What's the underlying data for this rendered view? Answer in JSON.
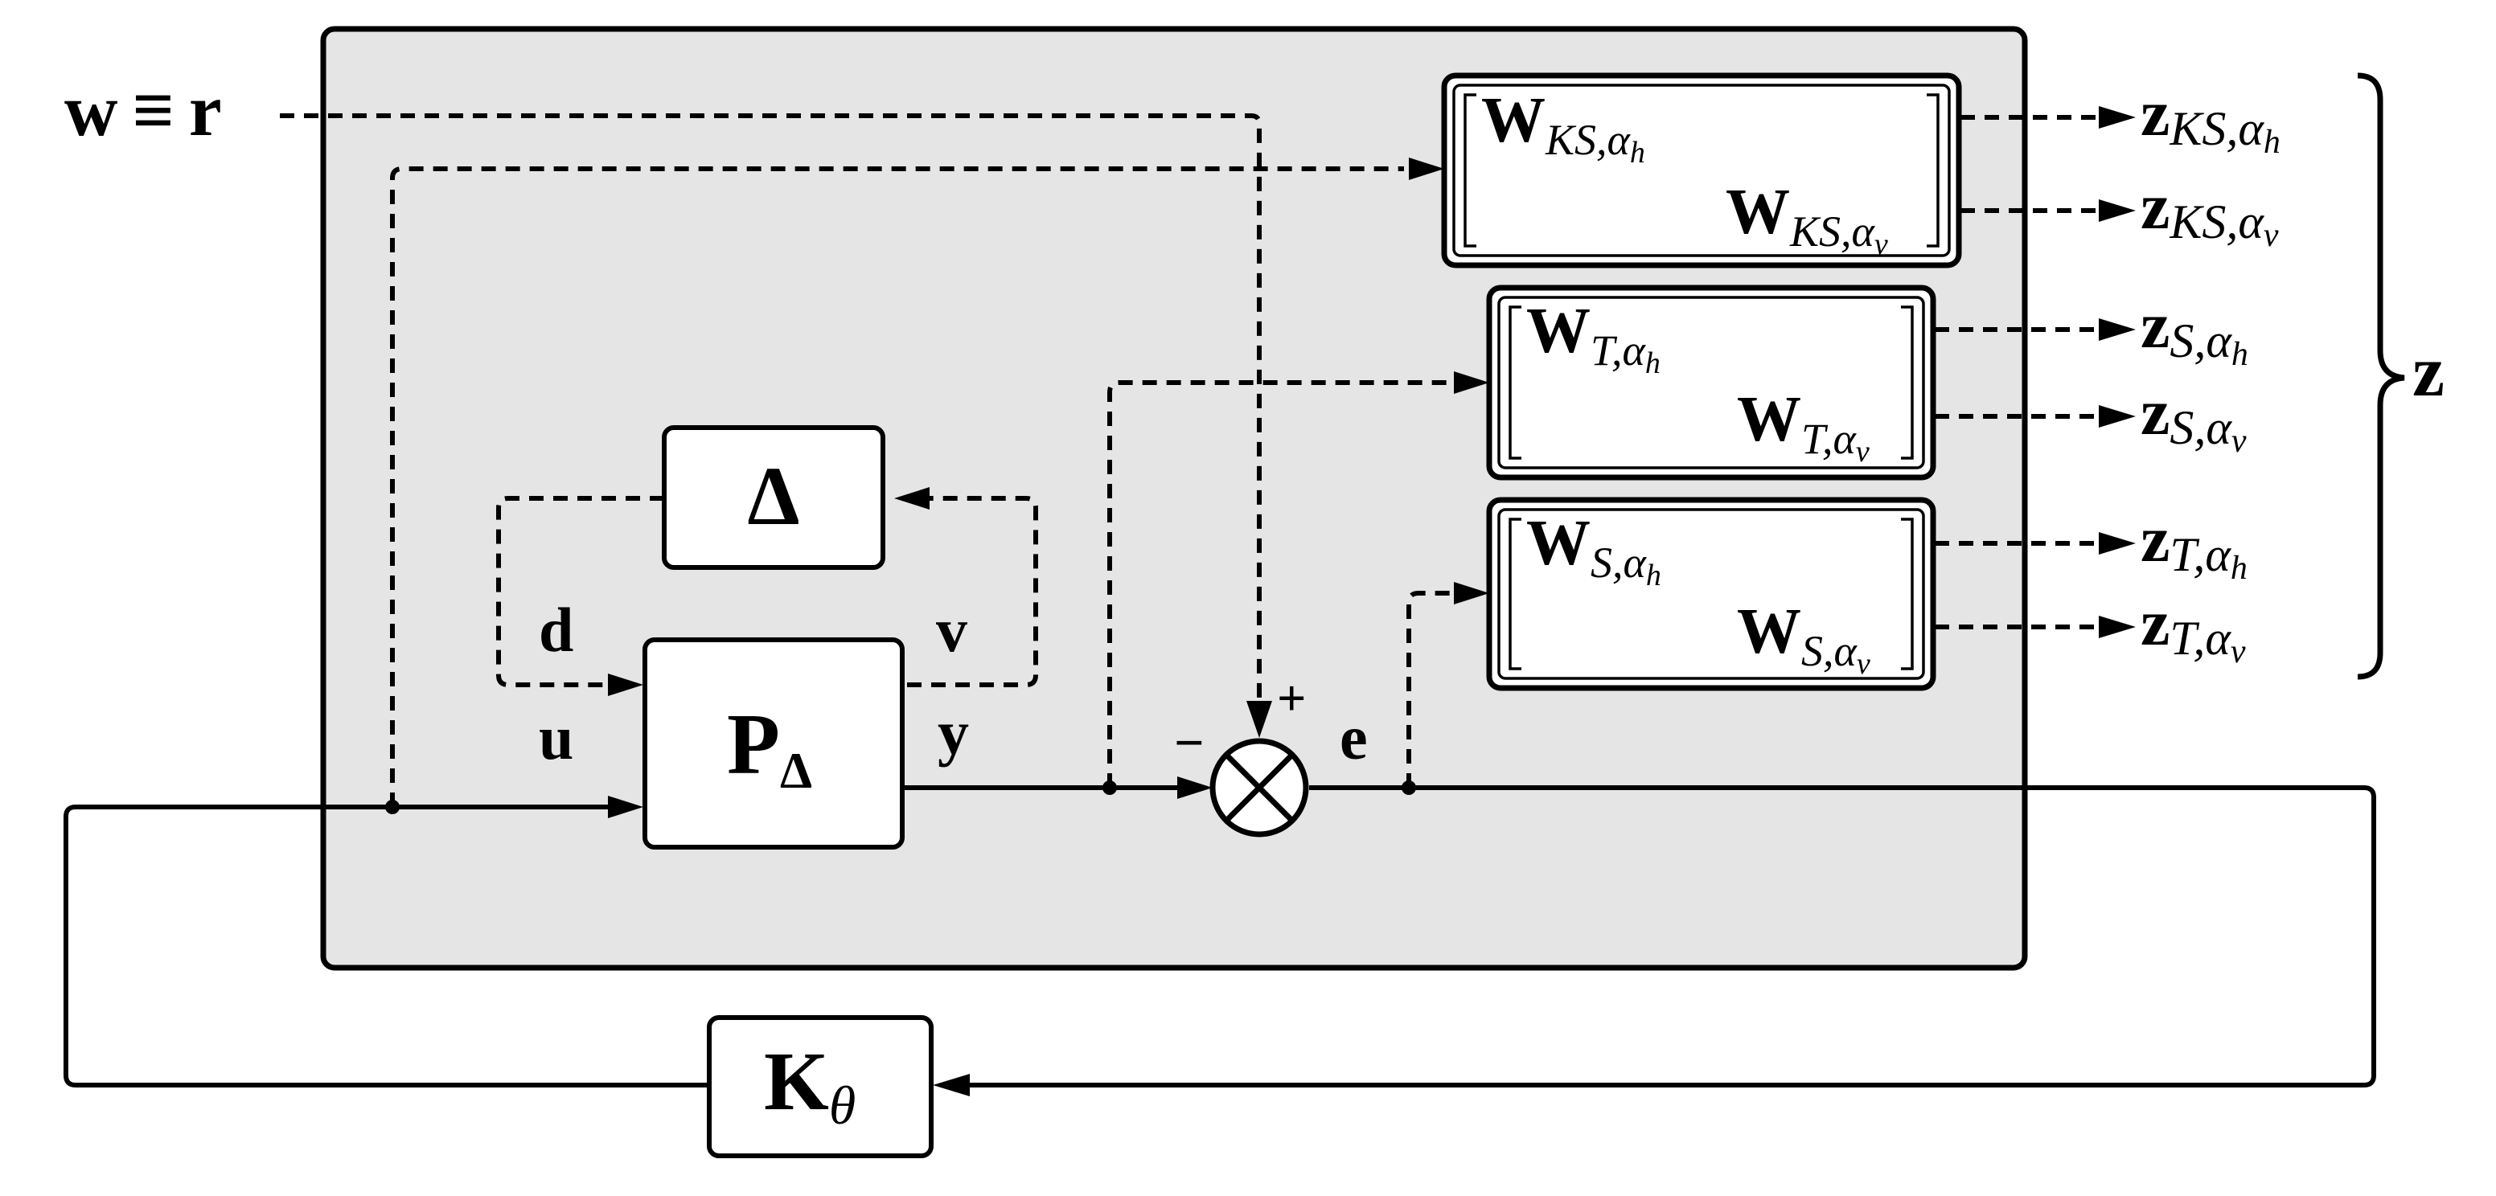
{
  "signals": {
    "w": "w",
    "equiv": "≡",
    "r": "r",
    "d": "d",
    "v": "v",
    "u": "u",
    "y": "y",
    "e": "e",
    "z": "z"
  },
  "blocks": {
    "delta": "Δ",
    "plant": {
      "base": "P",
      "sub": "Δ"
    },
    "controller": {
      "base": "K",
      "sub": "θ"
    }
  },
  "summing_junction": {
    "minus": "−",
    "plus": "+"
  },
  "weights": [
    {
      "base": "W",
      "sub": "KS,α",
      "subsub_h": "h",
      "subsub_v": "v"
    },
    {
      "base": "W",
      "sub": "T,α",
      "subsub_h": "h",
      "subsub_v": "v"
    },
    {
      "base": "W",
      "sub": "S,α",
      "subsub_h": "h",
      "subsub_v": "v"
    }
  ],
  "outputs": [
    {
      "base": "z",
      "sub": "KS,α",
      "subsub": "h"
    },
    {
      "base": "z",
      "sub": "KS,α",
      "subsub": "v"
    },
    {
      "base": "z",
      "sub": "S,α",
      "subsub": "h"
    },
    {
      "base": "z",
      "sub": "S,α",
      "subsub": "v"
    },
    {
      "base": "z",
      "sub": "T,α",
      "subsub": "h"
    },
    {
      "base": "z",
      "sub": "T,α",
      "subsub": "v"
    }
  ]
}
